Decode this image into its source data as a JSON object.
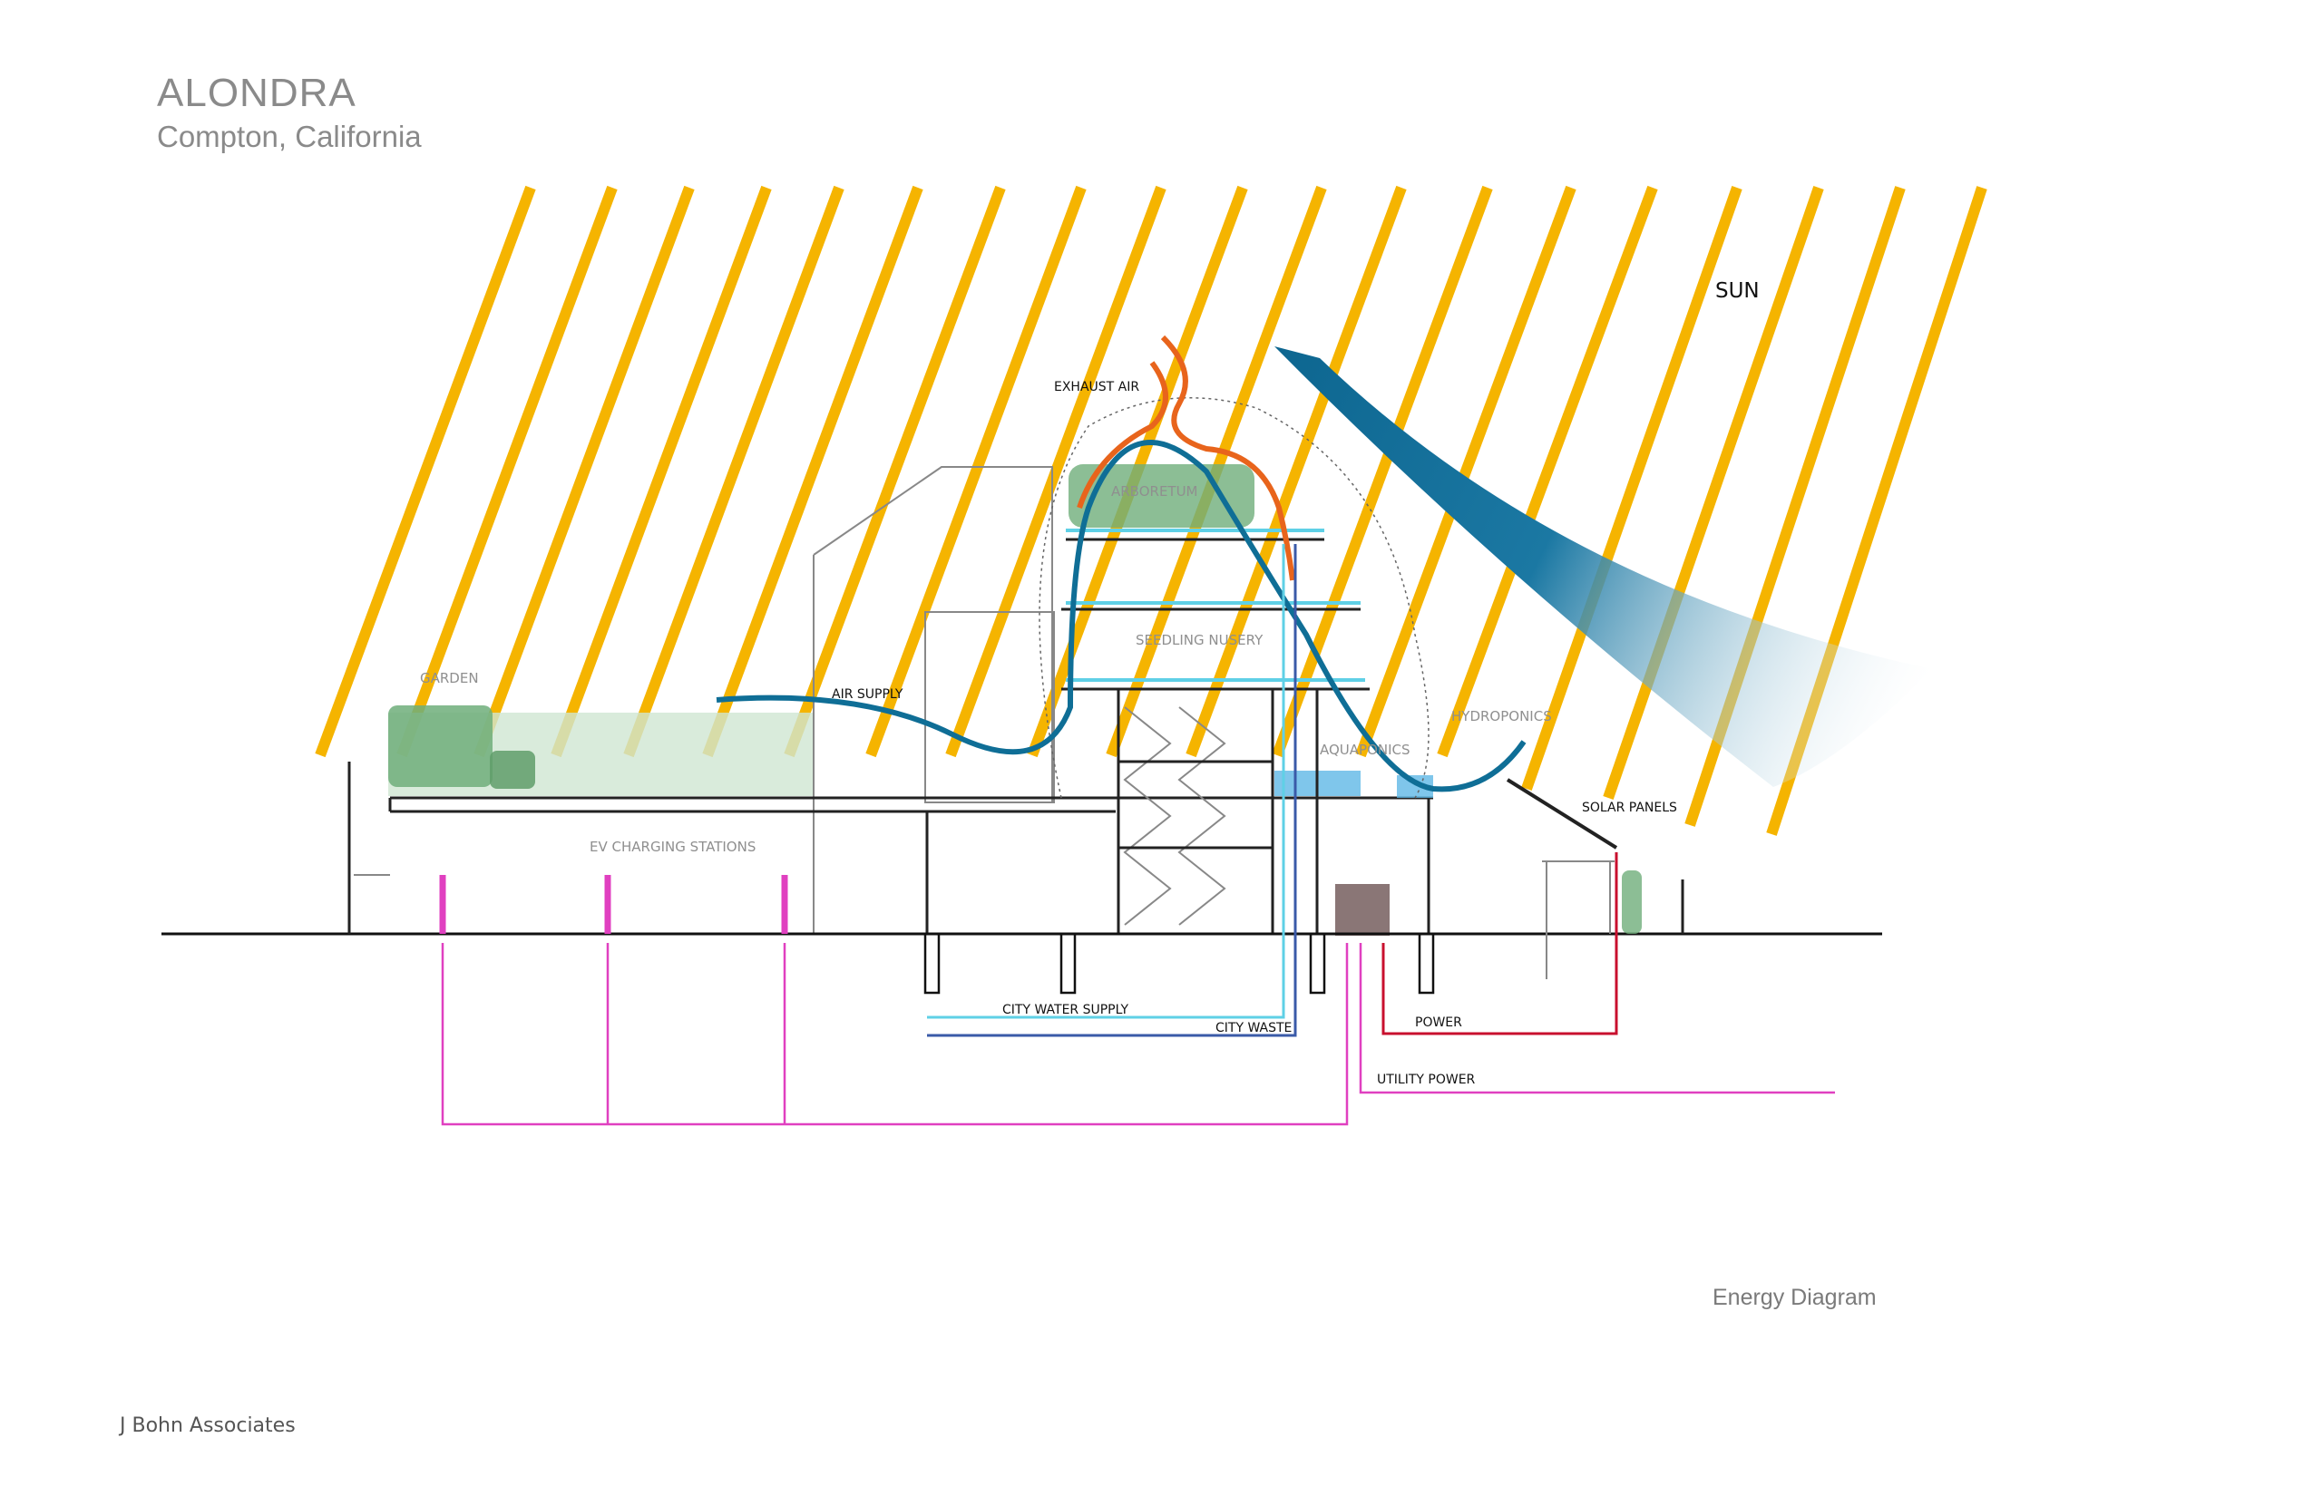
{
  "header": {
    "title": "ALONDRA",
    "subtitle": "Compton, California"
  },
  "labels": {
    "sun": "SUN",
    "exhaust_air": "EXHAUST AIR",
    "arboretum": "ARBORETUM",
    "seedling_nursery": "SEEDLING NUSERY",
    "hydroponics": "HYDROPONICS",
    "aquaponics": "AQUAPONICS",
    "garden": "GARDEN",
    "air_supply": "AIR SUPPLY",
    "solar_panels": "SOLAR PANELS",
    "ev_charging": "EV CHARGING STATIONS",
    "city_water_supply": "CITY WATER SUPPLY",
    "city_waste": "CITY WASTE",
    "power": "POWER",
    "utility_power": "UTILITY POWER"
  },
  "caption": "Energy Diagram",
  "credit": "J Bohn Associates",
  "colors": {
    "sun_rays": "#f5b400",
    "air_flow": "#0f6e96",
    "exhaust": "#e8641c",
    "city_water": "#5fd0e6",
    "city_waste": "#3a5aa8",
    "power": "#c8102e",
    "utility_power": "#e040c0",
    "vegetation": "#6fae7a"
  }
}
